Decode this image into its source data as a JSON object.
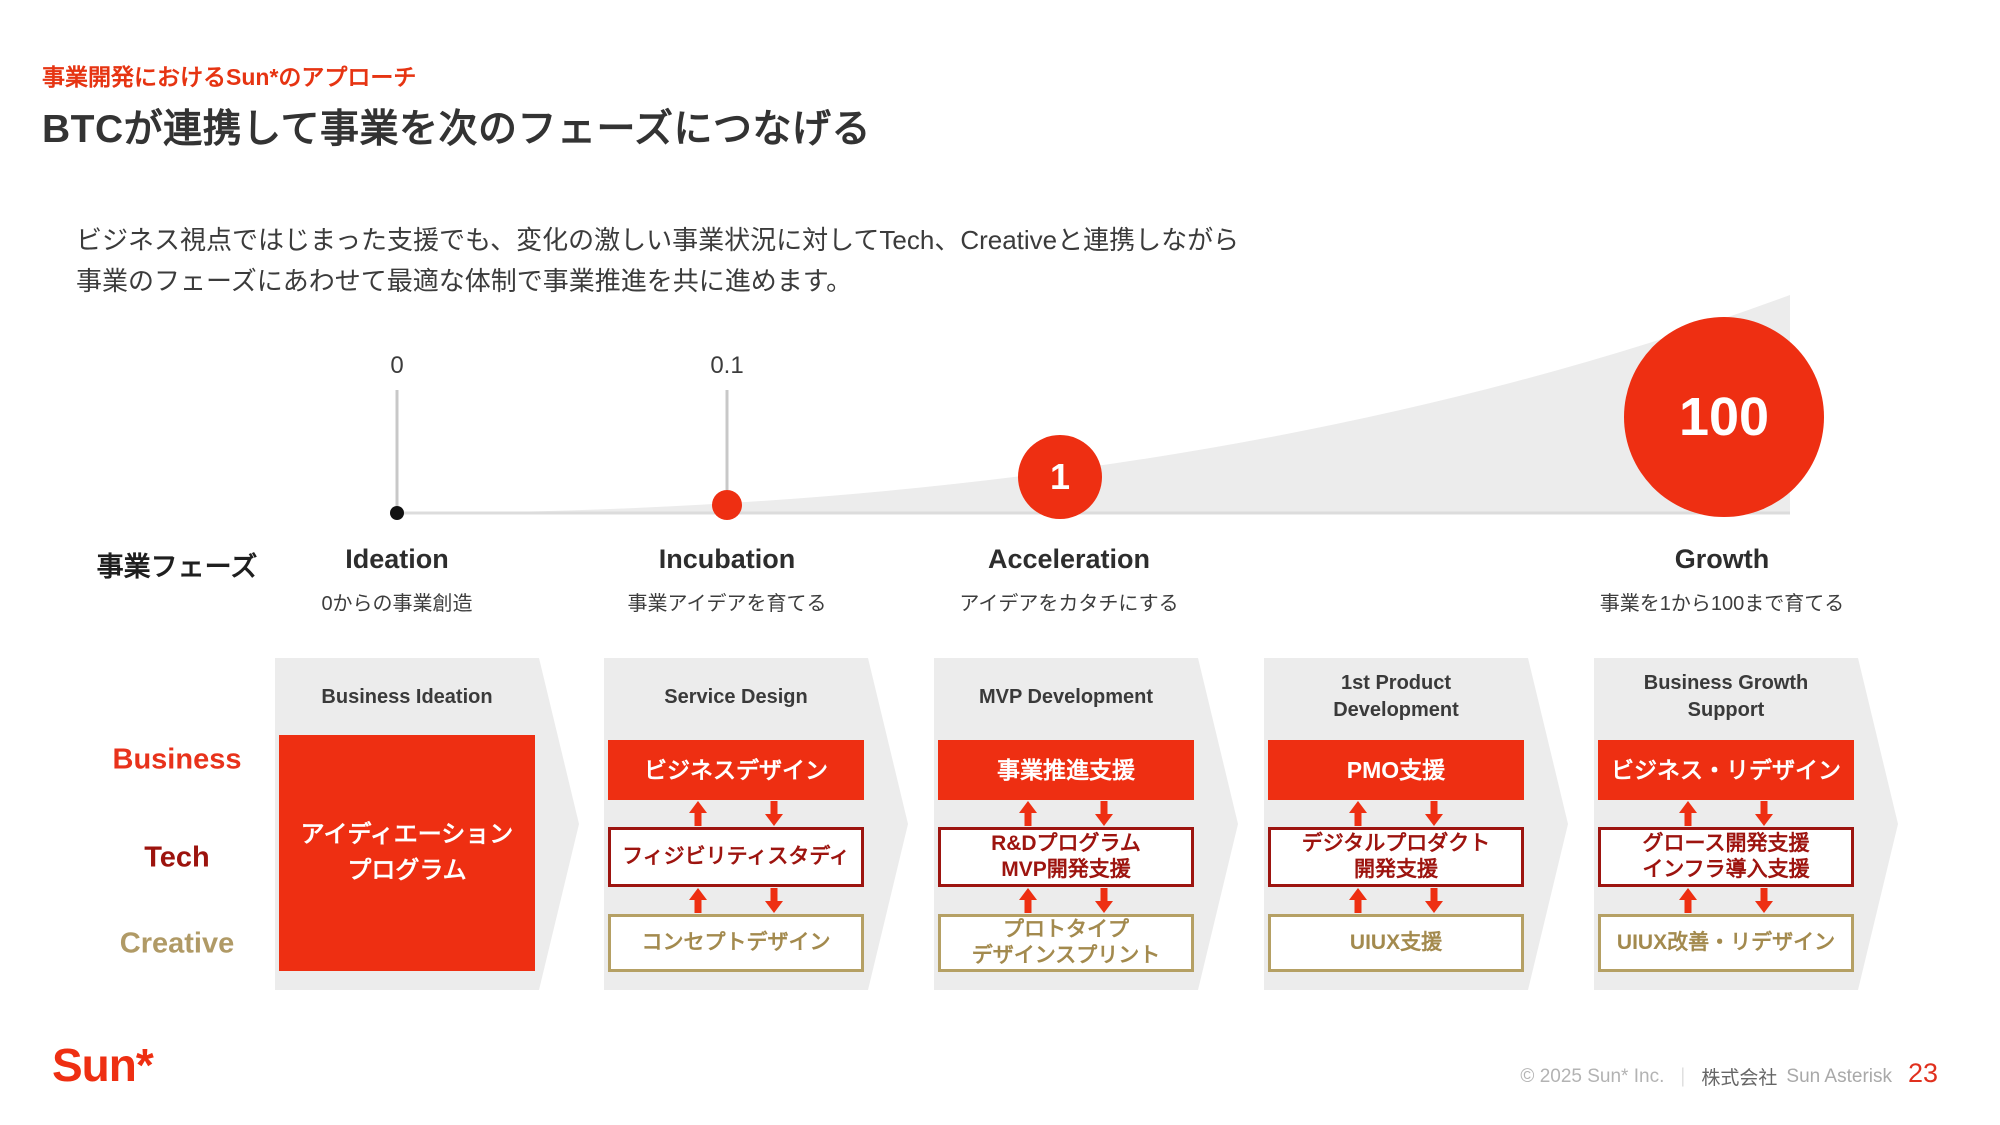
{
  "slide": {
    "eyebrow": "事業開発におけるSun*のアプローチ",
    "title": "BTCが連携して事業を次のフェーズにつなげる",
    "body_line1": "ビジネス視点ではじまった支援でも、変化の激しい事業状況に対してTech、Creativeと連携しながら",
    "body_line2": "事業のフェーズにあわせて最適な体制で事業推進を共に進めます。"
  },
  "growth_chart": {
    "row_label": "事業フェーズ",
    "markers": [
      {
        "value": "0",
        "phase": "Ideation",
        "desc": "0からの事業創造"
      },
      {
        "value": "0.1",
        "phase": "Incubation",
        "desc": "事業アイデアを育てる"
      },
      {
        "value": "1",
        "phase": "Acceleration",
        "desc": "アイデアをカタチにする"
      },
      {
        "value": "100",
        "phase": "Growth",
        "desc": "事業を1から100まで育てる"
      }
    ]
  },
  "lanes": {
    "business": "Business",
    "tech": "Tech",
    "creative": "Creative"
  },
  "columns": [
    {
      "header": "Business Ideation",
      "big_box": "アイディエーション\nプログラム"
    },
    {
      "header": "Service Design",
      "business": "ビジネスデザイン",
      "tech": "フィジビリティスタディ",
      "creative": "コンセプトデザイン"
    },
    {
      "header": "MVP Development",
      "business": "事業推進支援",
      "tech": "R&Dプログラム\nMVP開発支援",
      "creative": "プロトタイプ\nデザインスプリント"
    },
    {
      "header": "1st Product\nDevelopment",
      "business": "PMO支援",
      "tech": "デジタルプロダクト\n開発支援",
      "creative": "UIUX支援"
    },
    {
      "header": "Business Growth\nSupport",
      "business": "ビジネス・リデザイン",
      "tech": "グロース開発支援\nインフラ導入支援",
      "creative": "UIUX改善・リデザイン"
    }
  ],
  "footer": {
    "logo": "Sun*",
    "copyright": "© 2025 Sun* Inc.",
    "separator": "｜",
    "company_jp": "株式会社",
    "company_en": "Sun Asterisk",
    "page": "23"
  },
  "colors": {
    "accent_red": "#ee2f12",
    "dark_red": "#9d140f",
    "gold": "#b5a064",
    "light_gray": "#ececec"
  }
}
